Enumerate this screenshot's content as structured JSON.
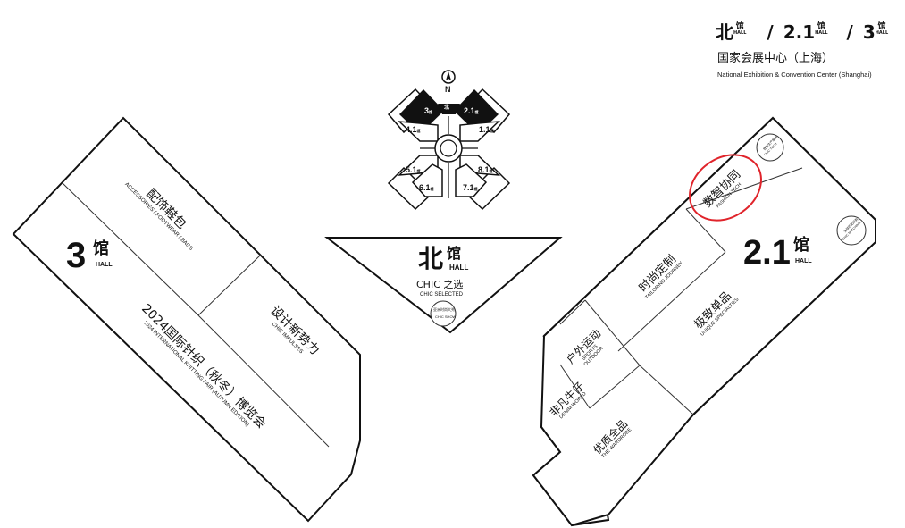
{
  "header": {
    "halls": "北馆 / 2.1馆 / 3馆",
    "hall_b": "北",
    "hall_21": "2.1",
    "hall_3": "3",
    "guan": "馆",
    "hall_en": "HALL",
    "slash": "/",
    "venue_cn": "国家会展中心（上海）",
    "venue_en": "National Exhibition & Convention Center (Shanghai)"
  },
  "compass": {
    "north": "N"
  },
  "mini_map": {
    "labels": [
      "3",
      "北",
      "2.1",
      "4.1",
      "1.1",
      "5.1",
      "8.1",
      "6.1",
      "7.1"
    ],
    "suffix": "馆"
  },
  "north_hall": {
    "name_cn": "北",
    "guan": "馆",
    "hall": "HALL",
    "chic": "CHIC 之选",
    "chic_en": "CHIC SELECTED",
    "badge_cn": "亚洲时尚大秀",
    "badge_en": "CHIC SHOW"
  },
  "hall_3": {
    "num": "3",
    "guan": "馆",
    "hall": "HALL",
    "zones": [
      {
        "cn": "配饰鞋包",
        "en": "ACCESSORIES / FOOTWEAR / BAGS"
      },
      {
        "cn": "设计新势力",
        "en": "CHIC IMPULSES"
      },
      {
        "cn": "2024国际针织（秋冬）博览会",
        "en": "2024 INTERNATIONAL KNITTING FAIR (AUTUMN EDITION)"
      }
    ]
  },
  "hall_21": {
    "num": "2.1",
    "guan": "馆",
    "hall": "HALL",
    "zones": [
      {
        "cn": "数智协同",
        "en": "FASHION TECH"
      },
      {
        "cn": "时尚定制",
        "en": "TAILORING JOURNEY"
      },
      {
        "cn": "极致单品",
        "en": "UNIQUE SPECIALTIES"
      },
      {
        "cn": "户外运动",
        "en": "SPORTS OUTDOOR"
      },
      {
        "cn": "非凡牛仔",
        "en": "DENIM WORLD"
      },
      {
        "cn": "优质全品",
        "en": "THE WARDROBE"
      }
    ],
    "badge_top_cn": "数智生产服务",
    "badge_top_en": "CHIC TECH",
    "badge_mid_cn": "全球匹配采购",
    "badge_mid_en": "CHIC MATCHING"
  },
  "highlight": {
    "color": "#e0242b",
    "target": "数智协同"
  }
}
